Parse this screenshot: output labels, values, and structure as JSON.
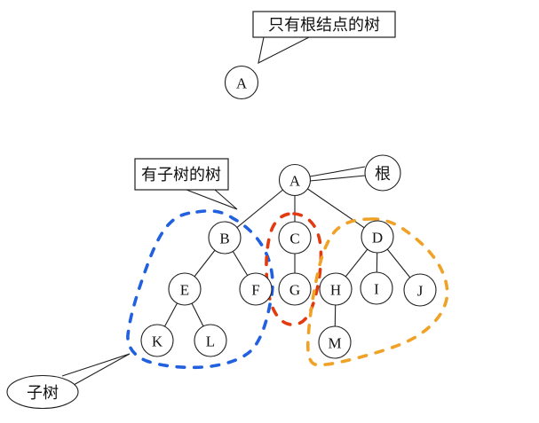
{
  "colors": {
    "line": "#1f1f1f",
    "subtree_b_outline": "#2161df",
    "subtree_c_outline": "#e23b10",
    "subtree_d_outline": "#efa226"
  },
  "single_node_tree": {
    "callout": "只有根结点的树",
    "root_label": "A"
  },
  "multi_node_tree": {
    "callout": "有子树的树",
    "root_annotation": "根",
    "subtree_annotation": "子树",
    "nodes": {
      "a": "A",
      "b": "B",
      "c": "C",
      "d": "D",
      "e": "E",
      "f": "F",
      "g": "G",
      "h": "H",
      "i": "I",
      "j": "J",
      "k": "K",
      "l": "L",
      "m": "M"
    },
    "edges": [
      "A-B",
      "A-C",
      "A-D",
      "B-E",
      "B-F",
      "C-G",
      "D-H",
      "D-I",
      "D-J",
      "E-K",
      "E-L",
      "H-M"
    ],
    "subtrees": [
      {
        "root": "B",
        "members": [
          "B",
          "E",
          "F",
          "K",
          "L"
        ],
        "outline_color": "#2161df",
        "outline_style": "dashed"
      },
      {
        "root": "C",
        "members": [
          "C",
          "G"
        ],
        "outline_color": "#e23b10",
        "outline_style": "dashed"
      },
      {
        "root": "D",
        "members": [
          "D",
          "H",
          "I",
          "J",
          "M"
        ],
        "outline_color": "#efa226",
        "outline_style": "dashed"
      }
    ]
  }
}
